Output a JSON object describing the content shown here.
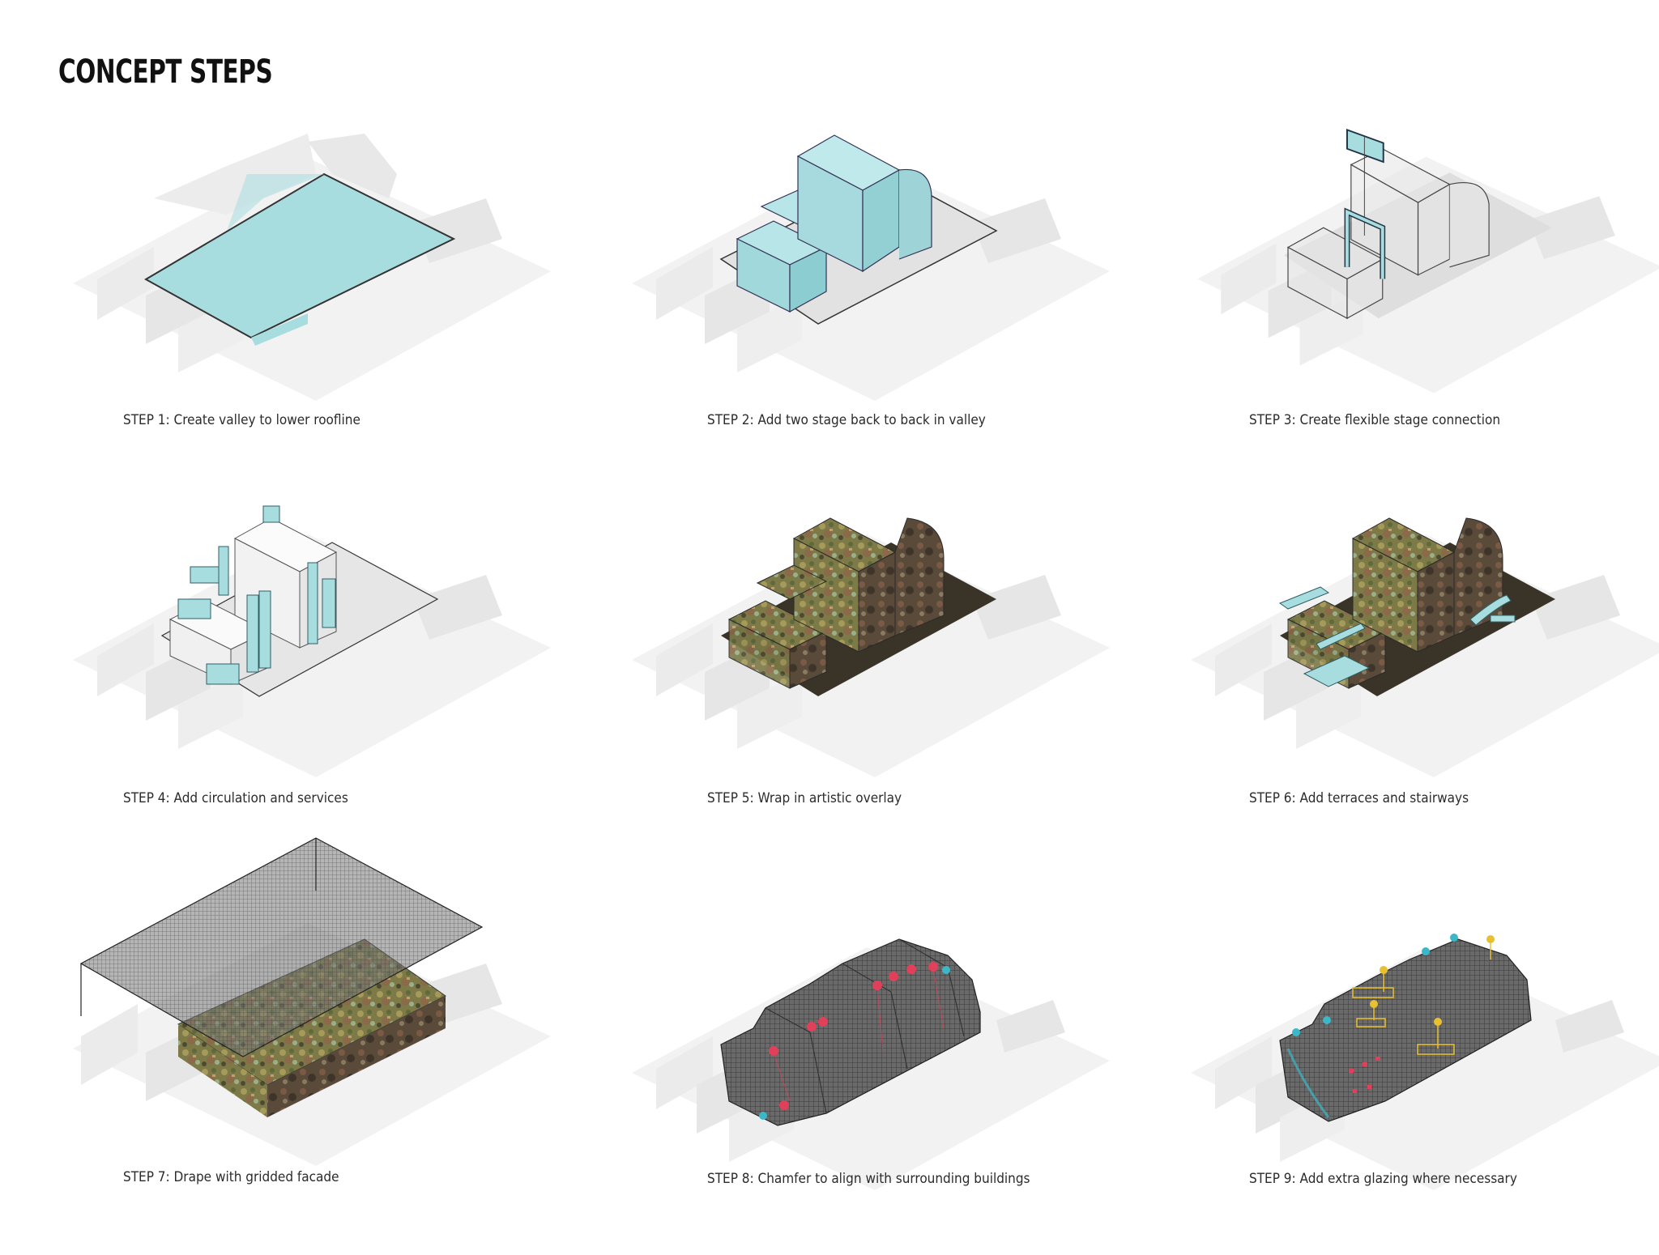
{
  "page": {
    "title": "CONCEPT STEPS"
  },
  "colors": {
    "background": "#ffffff",
    "context_buildings": "#ececec",
    "ground": "#f2f2f2",
    "accent_cyan": "#a8dde0",
    "outline": "#333333",
    "artistic_overlay_green": "#7a7a4a",
    "grid_facade": "#5a5a5a",
    "marker_red": "#e0405a",
    "marker_cyan": "#3bb8c8",
    "marker_yellow": "#e8c030"
  },
  "steps": [
    {
      "number": 1,
      "caption": "STEP 1: Create valley to lower roofline",
      "diagram": "cyan-valley-plate"
    },
    {
      "number": 2,
      "caption": "STEP 2: Add two stage back to back in valley",
      "diagram": "cyan-stage-volumes"
    },
    {
      "number": 3,
      "caption": "STEP 3: Create flexible stage connection",
      "diagram": "wireframe-with-cyan-portal"
    },
    {
      "number": 4,
      "caption": "STEP 4: Add circulation and services",
      "diagram": "white-volumes-cyan-cores"
    },
    {
      "number": 5,
      "caption": "STEP 5: Wrap in artistic overlay",
      "diagram": "painted-texture-volumes"
    },
    {
      "number": 6,
      "caption": "STEP 6: Add terraces and stairways",
      "diagram": "painted-volumes-cyan-terraces"
    },
    {
      "number": 7,
      "caption": "STEP 7: Drape with gridded facade",
      "diagram": "grid-sheet-over-volumes"
    },
    {
      "number": 8,
      "caption": "STEP 8: Chamfer to align with surrounding buildings",
      "diagram": "chamfered-grid-shell-red-markers"
    },
    {
      "number": 9,
      "caption": "STEP 9: Add extra glazing where necessary",
      "diagram": "grid-shell-glazing-markers"
    }
  ]
}
